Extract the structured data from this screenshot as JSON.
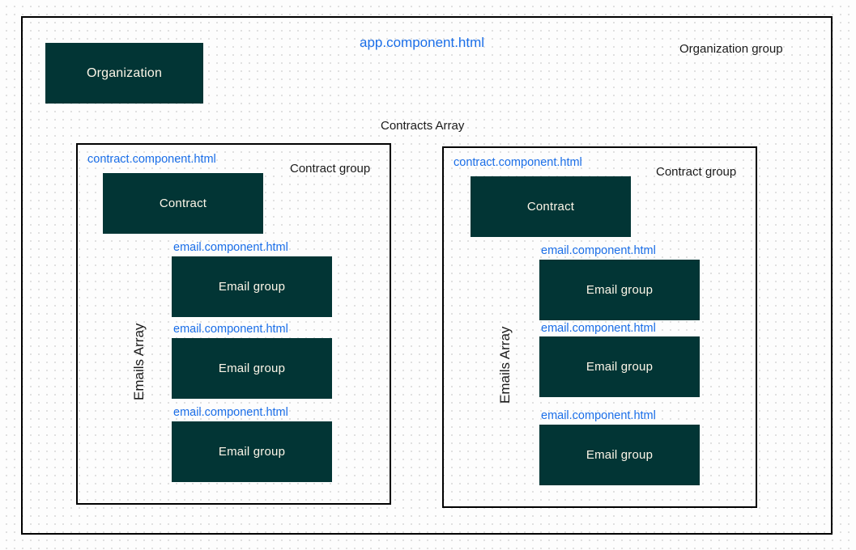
{
  "page": {
    "title": "app.component.html",
    "organization_group_label": "Organization group",
    "contracts_array_label": "Contracts Array",
    "colors": {
      "box_fill": "#023535",
      "box_text": "#fdf6e8",
      "file_label_blue": "#1a6ee8",
      "group_label_black": "#1a1a1a",
      "border": "#000000",
      "background": "#fdfdfd",
      "grid_dot": "#d6d6d6"
    }
  },
  "organization": {
    "box_label": "Organization"
  },
  "contract_groups": [
    {
      "file_label": "contract.component.html",
      "group_label": "Contract group",
      "contract_box_label": "Contract",
      "emails_array_label": "Emails Array",
      "emails": [
        {
          "file_label": "email.component.html",
          "box_label": "Email group"
        },
        {
          "file_label": "email.component.html",
          "box_label": "Email group"
        },
        {
          "file_label": "email.component.html",
          "box_label": "Email group"
        }
      ]
    },
    {
      "file_label": "contract.component.html",
      "group_label": "Contract group",
      "contract_box_label": "Contract",
      "emails_array_label": "Emails Array",
      "emails": [
        {
          "file_label": "email.component.html",
          "box_label": "Email group"
        },
        {
          "file_label": "email.component.html",
          "box_label": "Email group"
        },
        {
          "file_label": "email.component.html",
          "box_label": "Email group"
        }
      ]
    }
  ]
}
